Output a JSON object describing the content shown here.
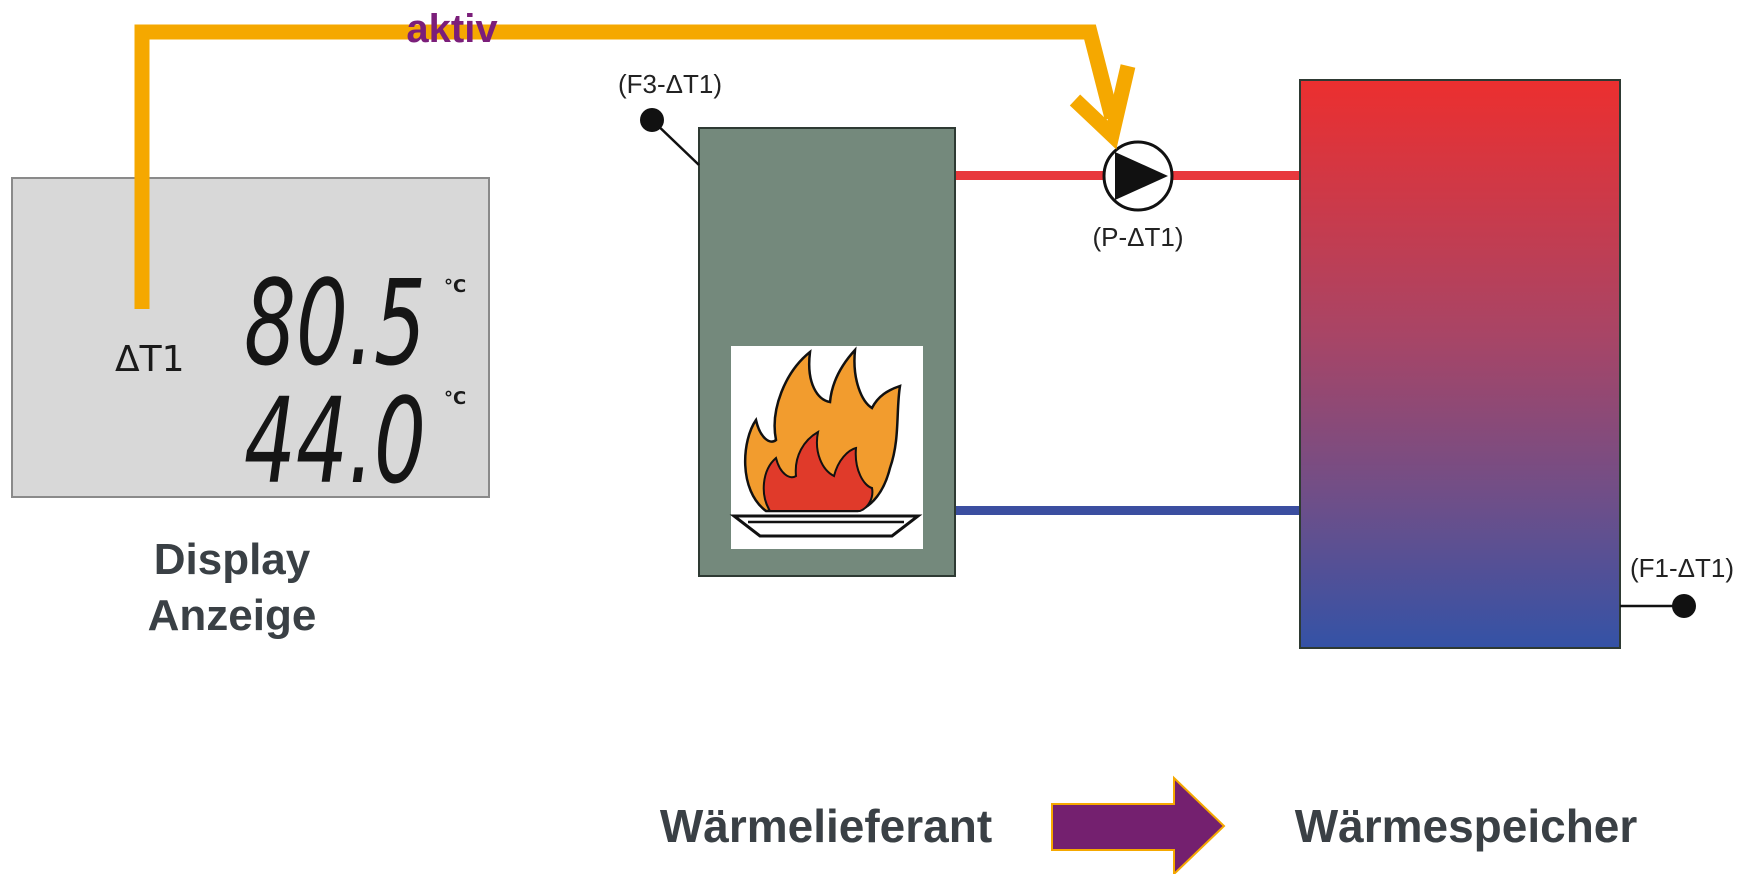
{
  "status": {
    "active_label": "aktiv"
  },
  "display": {
    "channel_label": "ΔT1",
    "value_top": "80.5",
    "value_bottom": "44.0",
    "unit_top": "°C",
    "unit_bottom": "°C",
    "caption_line1": "Display",
    "caption_line2": "Anzeige"
  },
  "sensors": {
    "boiler_sensor": "(F3-ΔT1)",
    "pump": "(P-ΔT1)",
    "storage_sensor": "(F1-ΔT1)"
  },
  "flow": {
    "source": "Wärmelieferant",
    "target": "Wärmespeicher"
  },
  "colors": {
    "signal_line": "#f5a800",
    "aktiv_text": "#7b1e7a",
    "flow_arrow": "#74206f",
    "supply_pipe": "#e8383d",
    "return_pipe": "#3b4ea0",
    "boiler": "#74897c",
    "lcd_background": "#d8d8d8"
  }
}
